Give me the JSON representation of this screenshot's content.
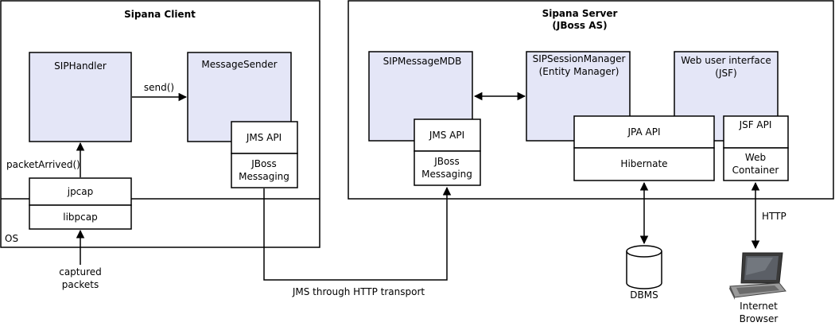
{
  "client": {
    "title": "Sipana Client",
    "sip_handler": "SIPHandler",
    "message_sender": "MessageSender",
    "send_label": "send()",
    "packet_arrived_label": "packetArrived()",
    "jpcap": "jpcap",
    "libpcap": "libpcap",
    "os": "OS",
    "jms_api": "JMS API",
    "jboss_line1": "JBoss",
    "jboss_line2": "Messaging"
  },
  "server": {
    "title_line1": "Sipana Server",
    "title_line2": "(JBoss AS)",
    "sip_message_mdb": "SIPMessageMDB",
    "session_manager_line1": "SIPSessionManager",
    "session_manager_line2": "(Entity Manager)",
    "web_ui_line1": "Web user interface",
    "web_ui_line2": "(JSF)",
    "jms_api": "JMS API",
    "jboss_line1": "JBoss",
    "jboss_line2": "Messaging",
    "jpa_api": "JPA API",
    "hibernate": "Hibernate",
    "jsf_api": "JSF API",
    "web_container_line1": "Web",
    "web_container_line2": "Container"
  },
  "external": {
    "captured_line1": "captured",
    "captured_line2": "packets",
    "jms_transport": "JMS through HTTP transport",
    "dbms": "DBMS",
    "http": "HTTP",
    "browser_line1": "Internet",
    "browser_line2": "Browser"
  },
  "colors": {
    "component_fill": "#e4e6f7",
    "line": "#000000"
  }
}
